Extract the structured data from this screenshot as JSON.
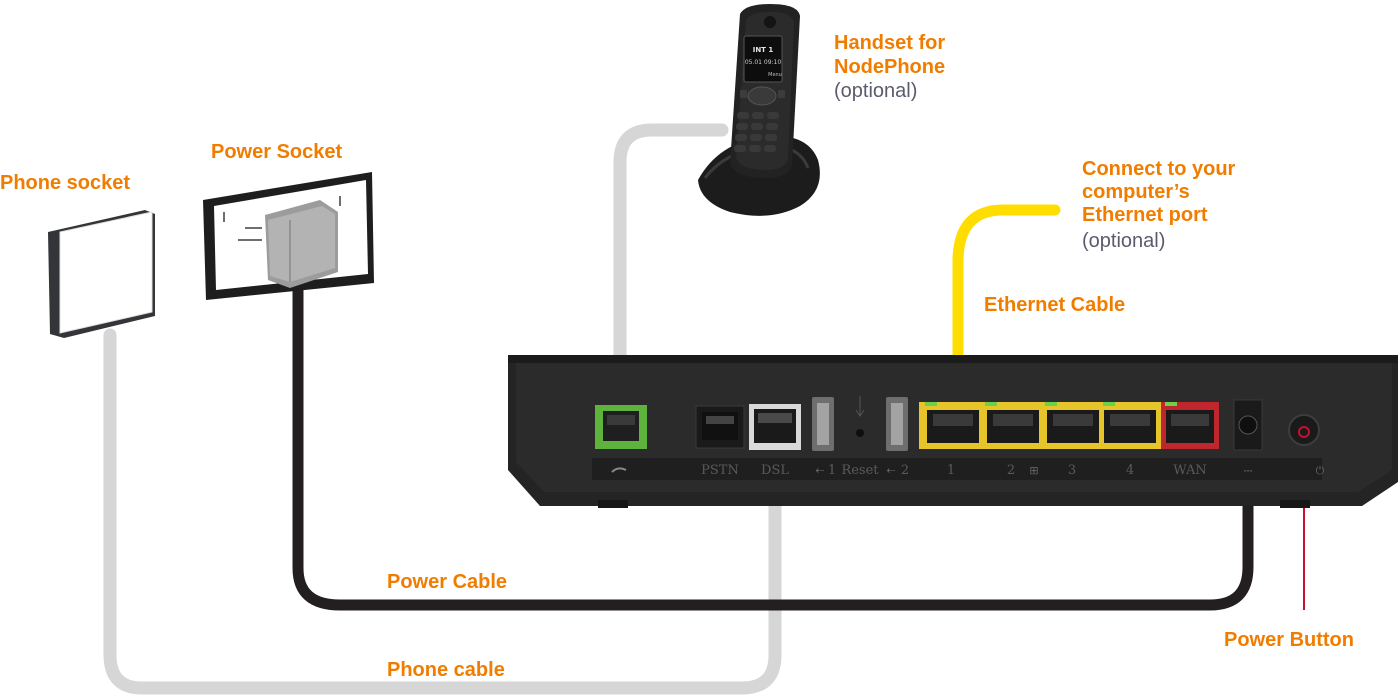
{
  "colors": {
    "accent_orange": "#f07d00",
    "optional_gray": "#5b5b6e",
    "phone_cable": "#d6d6d6",
    "power_cable": "#231f20",
    "ethernet_cable": "#ffdd00",
    "router_body": "#242424",
    "phone_port": "#5db33c",
    "lan_port": "#e6c52b",
    "wan_port": "#c0272d",
    "power_button_line": "#c8102e"
  },
  "labels": {
    "phone_socket": "Phone socket",
    "power_socket": "Power Socket",
    "handset_line1": "Handset for",
    "handset_line2": "NodePhone",
    "handset_optional": "(optional)",
    "connect_line1": "Connect to your",
    "connect_line2": "computer’s",
    "connect_line3": "Ethernet port",
    "connect_optional": "(optional)",
    "ethernet_cable": "Ethernet Cable",
    "power_cable": "Power Cable",
    "phone_cable": "Phone cable",
    "power_button": "Power Button"
  },
  "router_ports": {
    "pstn": "PSTN",
    "dsl": "DSL",
    "usb1": "1",
    "reset": "Reset",
    "usb2": "2",
    "lan1": "1",
    "lan2": "2",
    "lan3": "3",
    "lan4": "4",
    "wan": "WAN"
  },
  "phone_screen": {
    "line1": "INT 1",
    "line2": "05.01  09:10",
    "line3": "Menu"
  }
}
